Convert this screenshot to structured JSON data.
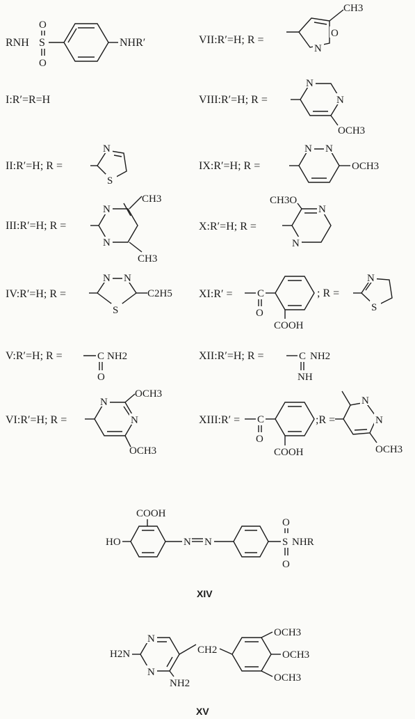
{
  "general": {
    "left": "RNH",
    "s": "S",
    "o_top": "O",
    "o_bot": "O",
    "right": "NHR′"
  },
  "left": [
    {
      "num": "I",
      "label": "I:R′=R=H"
    },
    {
      "num": "II",
      "label": "II:R′=H;  R =",
      "atoms": {
        "n": "N",
        "s": "S"
      }
    },
    {
      "num": "III",
      "label": "III:R′=H; R =",
      "atoms": {
        "n1": "N",
        "n2": "N",
        "ch3a": "CH3",
        "ch3b": "CH3"
      }
    },
    {
      "num": "IV",
      "label": "IV:R′=H; R =",
      "atoms": {
        "n1": "N",
        "n2": "N",
        "s": "S",
        "et": "C2H5"
      }
    },
    {
      "num": "V",
      "label": "V:R′=H;  R =",
      "atoms": {
        "c": "C",
        "nh2": "NH2",
        "o": "O"
      }
    },
    {
      "num": "VI",
      "label": "VI:R′=H; R =",
      "atoms": {
        "n1": "N",
        "n2": "N",
        "och3a": "OCH3",
        "och3b": "OCH3"
      }
    }
  ],
  "right": [
    {
      "num": "VII",
      "label": "VII:R′=H;  R =",
      "atoms": {
        "o": "O",
        "n": "N",
        "ch3": "CH3"
      }
    },
    {
      "num": "VIII",
      "label": "VIII:R′=H;  R =",
      "atoms": {
        "n1": "N",
        "n2": "N",
        "och3": "OCH3"
      }
    },
    {
      "num": "IX",
      "label": "IX:R′=H;   R =",
      "atoms": {
        "n1": "N",
        "n2": "N",
        "och3": "OCH3"
      }
    },
    {
      "num": "X",
      "label": "X:R′=H;  R =",
      "atoms": {
        "n1": "N",
        "n2": "N",
        "och3": "CH3O"
      }
    },
    {
      "num": "XI",
      "label": "XI:R′ =",
      "sep": "; R =",
      "atoms": {
        "c": "C",
        "o": "O",
        "cooh": "COOH",
        "n": "N",
        "s": "S"
      }
    },
    {
      "num": "XII",
      "label": "XII:R′=H;  R =",
      "atoms": {
        "c": "C",
        "nh2": "NH2",
        "nh": "NH"
      }
    },
    {
      "num": "XIII",
      "label": "XIII:R′ =",
      "sep": ";R =",
      "atoms": {
        "c": "C",
        "o": "O",
        "cooh": "COOH",
        "n1": "N",
        "n2": "N",
        "och3": "OCH3"
      }
    }
  ],
  "xiv": {
    "caption": "XIV",
    "cooh": "COOH",
    "ho": "HO",
    "n1": "N",
    "n2": "N",
    "s": "S",
    "o_top": "O",
    "o_bot": "O",
    "nhr": "NHR"
  },
  "xv": {
    "caption": "XV",
    "h2n": "H2N",
    "n1": "N",
    "n2": "N",
    "nh2": "NH2",
    "ch2": "CH2",
    "och3a": "OCH3",
    "och3b": "OCH3",
    "och3c": "OCH3"
  }
}
